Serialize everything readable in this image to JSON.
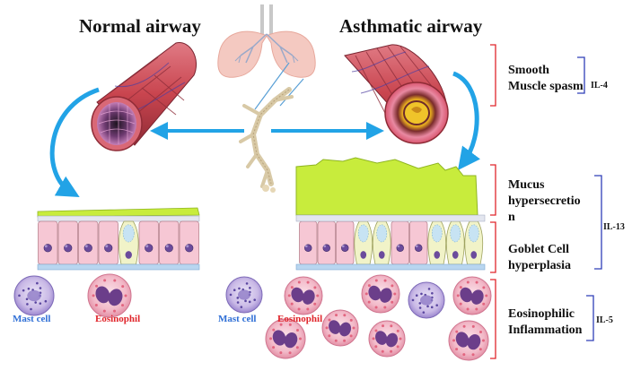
{
  "titles": {
    "normal": "Normal airway",
    "asthmatic": "Asthmatic airway"
  },
  "labels": {
    "smooth_muscle_1": "Smooth",
    "smooth_muscle_2": "Muscle spasm",
    "mucus_1": "Mucus",
    "mucus_2": "hypersecretio",
    "mucus_3": "n",
    "goblet_1": "Goblet Cell",
    "goblet_2": "hyperplasia",
    "eosinophilic_1": "Eosinophilic",
    "eosinophilic_2": "Inflammation"
  },
  "cytokines": {
    "il4": "IL-4",
    "il13": "IL-13",
    "il5": "IL-5"
  },
  "cells": {
    "mast_cell_left": "Mast cell",
    "eosinophil_left": "Eosinophil",
    "mast_cell_right": "Mast cell",
    "eosinophil_right": "Eosinophil"
  },
  "colors": {
    "mast_label": "#2f6fd6",
    "eosinophil_label": "#e0252b",
    "bracket_red": "#e0252b",
    "bracket_blue": "#2f3fb8",
    "arrow_blue": "#22a3e6",
    "mucus": "#c8ec3c",
    "epithelium_pink": "#f6c7d4",
    "goblet_yellow": "#f1f3c8",
    "airway_red": "#c9454f",
    "muscle_purple": "#6a4fa0"
  },
  "icons": [
    "lungs-icon",
    "bronchial-tree-icon",
    "airway-tube-icon",
    "mast-cell-icon",
    "eosinophil-icon"
  ]
}
